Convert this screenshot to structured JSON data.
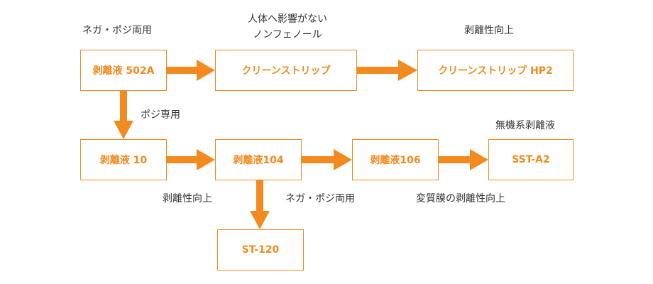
{
  "colors": {
    "accent": "#f28a1f",
    "text": "#333333"
  },
  "nodes": {
    "n502a": "剥離液 502A",
    "clean": "クリーンストリップ",
    "hp2": "クリーンストリップ HP2",
    "n10": "剥離液 10",
    "n104": "剥離液104",
    "n106": "剥離液106",
    "sst": "SST-A2",
    "st120": "ST-120"
  },
  "labels": {
    "negaposi_top": "ネガ・ポジ両用",
    "human_line1": "人体へ影響がない",
    "human_line2": "ノンフェノール",
    "peel_top": "剥離性向上",
    "posi_only": "ポジ専用",
    "inorganic": "無機系剥離液",
    "peel_mid": "剥離性向上",
    "negaposi_mid": "ネガ・ポジ両用",
    "altered_film": "変質膜の剥離性向上"
  }
}
